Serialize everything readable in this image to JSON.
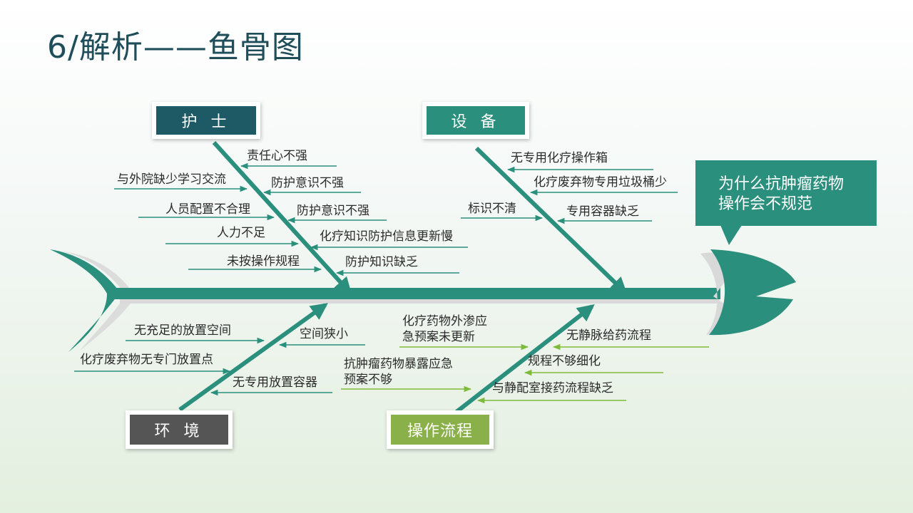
{
  "title": "6/解析——鱼骨图",
  "problem": "为什么抗肿瘤药物\n操作会不规范",
  "colors": {
    "spine": "#2a8f7c",
    "nurse": "#1d5a66",
    "equipment": "#2a8f7c",
    "environment": "#555555",
    "process": "#8ab04a",
    "cause_line_top": "#2a8f7c",
    "cause_line_bottom": "#7fbb3a"
  },
  "categories": {
    "nurse": {
      "label": "护 士",
      "causes": [
        "责任心不强",
        "与外院缺少学习交流",
        "防护意识不强",
        "人员配置不合理",
        "防护意识不强",
        "人力不足",
        "化疗知识防护信息更新慢",
        "未按操作规程",
        "防护知识缺乏"
      ]
    },
    "equipment": {
      "label": "设 备",
      "causes": [
        "无专用化疗操作箱",
        "化疗废弃物专用垃圾桶少",
        "标识不清",
        "专用容器缺乏"
      ]
    },
    "environment": {
      "label": "环 境",
      "causes": [
        "无充足的放置空间",
        "空间狭小",
        "化疗废弃物无专门放置点",
        "无专用放置容器"
      ]
    },
    "process": {
      "label": "操作流程",
      "causes": [
        "化疗药物外渗应\n急预案未更新",
        "无静脉给药流程",
        "规程不够细化",
        "抗肿瘤药物暴露应急\n预案不够",
        "与静配室接药流程缺乏"
      ]
    }
  }
}
